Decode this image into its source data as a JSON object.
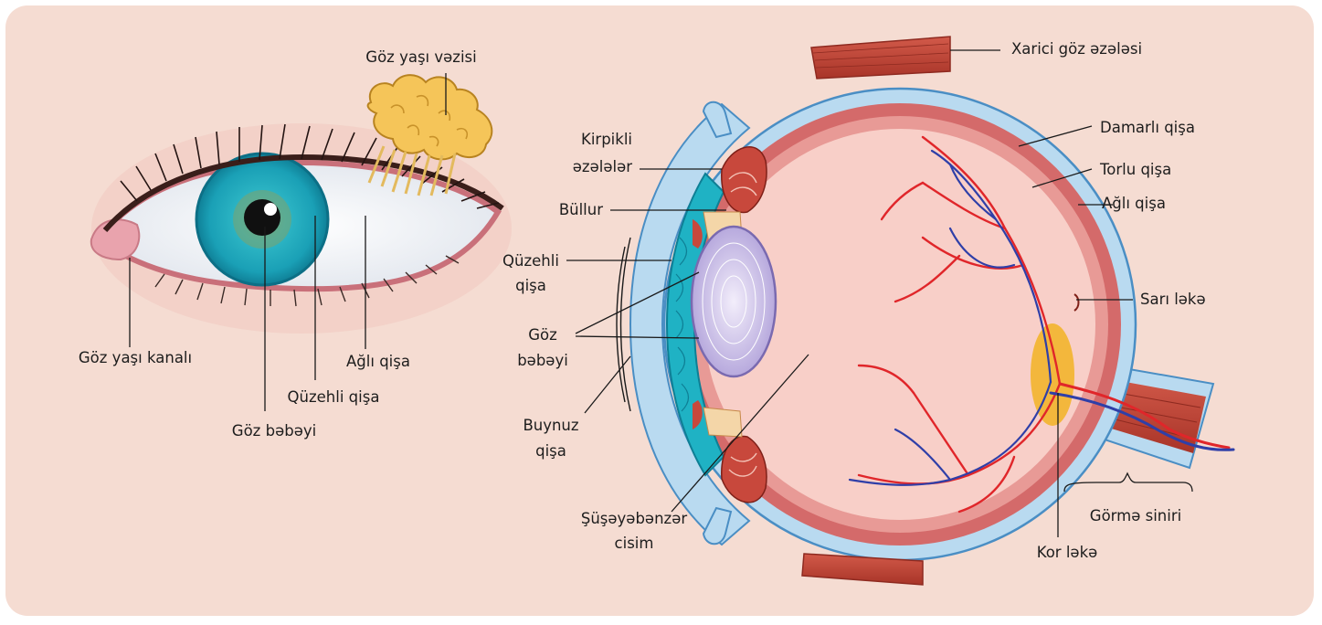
{
  "external_eye": {
    "labels": {
      "lacrimal_gland": "Göz yaşı vəzisi",
      "tear_duct": "Göz yaşı kanalı",
      "pupil": "Göz bəbəyi",
      "iris": "Qüzehli qişa",
      "sclera": "Ağlı qişa"
    }
  },
  "cross_section": {
    "labels": {
      "external_muscle": "Xarici göz əzələsi",
      "choroid": "Damarlı qişa",
      "retina": "Torlu qişa",
      "sclera": "Ağlı qişa",
      "macula": "Sarı ləkə",
      "ciliary_muscles_1": "Kirpikli",
      "ciliary_muscles_2": "əzələlər",
      "lens": "Büllur",
      "iris_1": "Qüzehli",
      "iris_2": "qişa",
      "pupil_1": "Göz",
      "pupil_2": "bəbəyi",
      "cornea_1": "Buynuz",
      "cornea_2": "qişa",
      "vitreous_1": "Şüşəyəbənzər",
      "vitreous_2": "cisim",
      "blind_spot": "Kor ləkə",
      "optic_nerve": "Görmə siniri"
    }
  },
  "colors": {
    "background": "#f5dcd2",
    "sclera_blue": "#b9daf0",
    "iris_teal": "#1fb2c4",
    "muscle_red": "#c8483c",
    "vitreous_pink": "#f8cfc8",
    "lens_lilac": "#c9bfe6",
    "macula_yellow": "#f2b42c",
    "artery": "#e0262a",
    "vein": "#2f3fa8"
  }
}
